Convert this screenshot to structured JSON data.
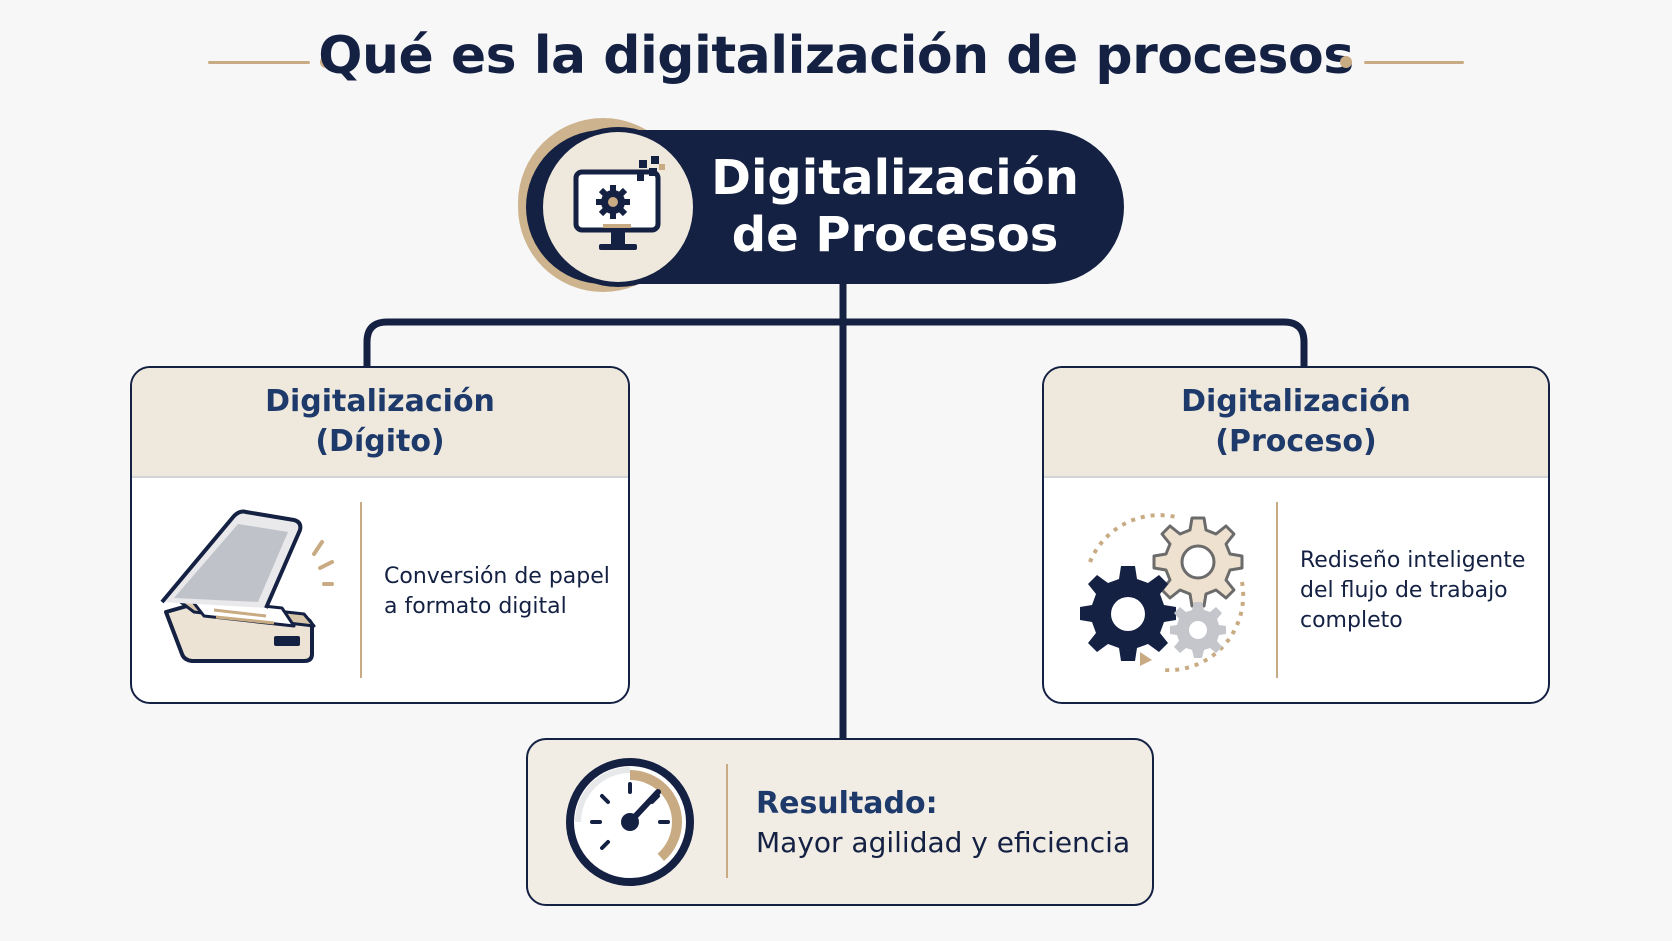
{
  "title": "Qué es la digitalización de procesos",
  "central": {
    "line1": "Digitalización",
    "line2": "de Procesos",
    "icon": "computer-gear-icon"
  },
  "left_card": {
    "title_line1": "Digitalización",
    "title_line2": "(Dígito)",
    "text_line1": "Conversión de papel",
    "text_line2": "a formato digital",
    "icon": "scanner-icon"
  },
  "right_card": {
    "title_line1": "Digitalización",
    "title_line2": "(Proceso)",
    "text_line1": "Rediseño inteligente",
    "text_line2": "del flujo de trabajo",
    "text_line3": "completo",
    "icon": "gears-cycle-icon"
  },
  "result": {
    "label": "Resultado:",
    "text": "Mayor agilidad y eficiencia",
    "icon": "speedometer-icon"
  },
  "colors": {
    "navy": "#142143",
    "accent_gold": "#c8ab82",
    "header_beige": "#eee8dd",
    "heading_blue": "#1d3a6b"
  }
}
